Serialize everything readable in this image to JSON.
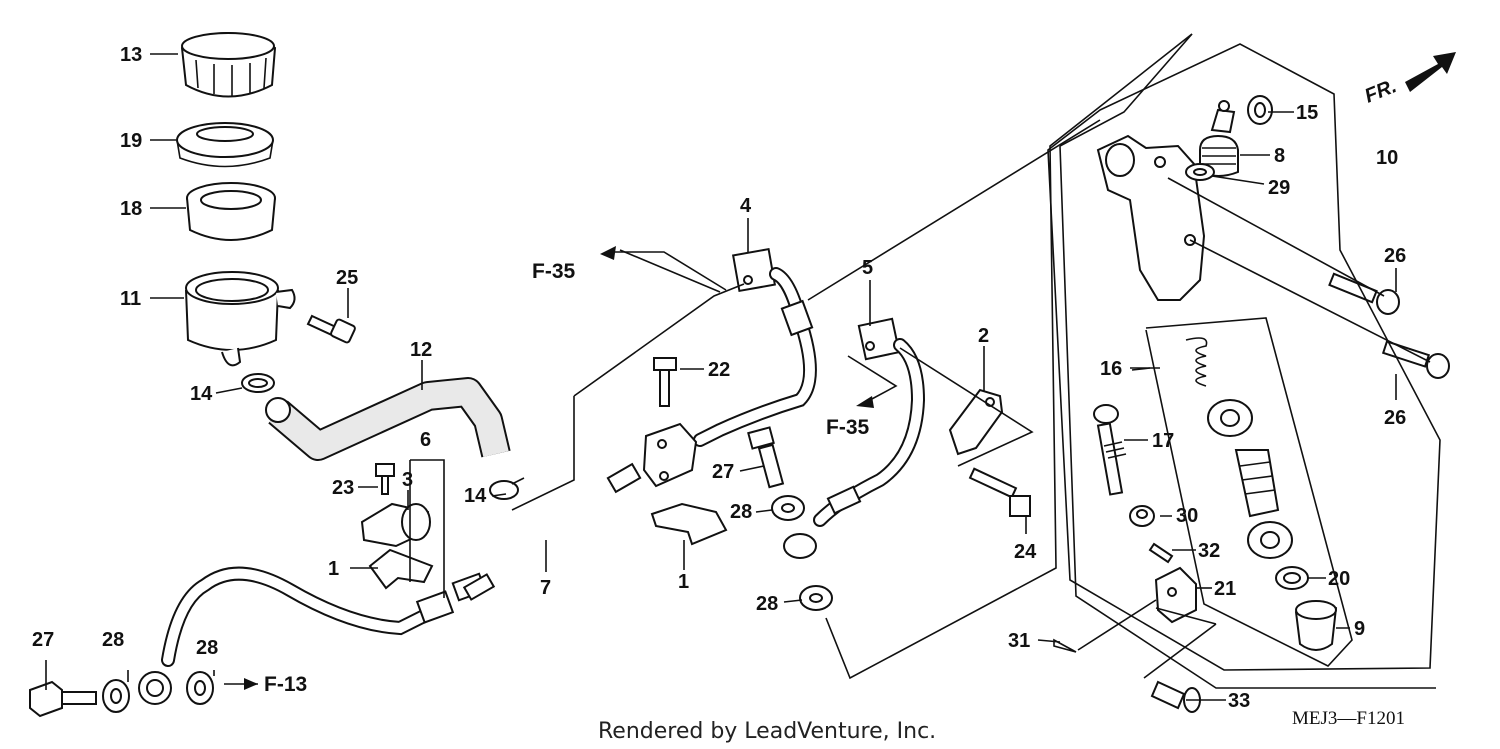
{
  "diagram": {
    "footer": "Rendered by LeadVenture, Inc.",
    "diagram_code": "MEJ3—F1201",
    "direction_label": "FR.",
    "callouts": [
      {
        "n": "13"
      },
      {
        "n": "19"
      },
      {
        "n": "18"
      },
      {
        "n": "11"
      },
      {
        "n": "25"
      },
      {
        "n": "12"
      },
      {
        "n": "14a"
      },
      {
        "n": "6"
      },
      {
        "n": "23"
      },
      {
        "n": "3"
      },
      {
        "n": "14b"
      },
      {
        "n": "1a"
      },
      {
        "n": "7"
      },
      {
        "n": "4"
      },
      {
        "n": "22"
      },
      {
        "n": "27a"
      },
      {
        "n": "28a"
      },
      {
        "n": "1b"
      },
      {
        "n": "5"
      },
      {
        "n": "2"
      },
      {
        "n": "24"
      },
      {
        "n": "28b"
      },
      {
        "n": "27b"
      },
      {
        "n": "28c"
      },
      {
        "n": "28d"
      },
      {
        "n": "15"
      },
      {
        "n": "8"
      },
      {
        "n": "29"
      },
      {
        "n": "10"
      },
      {
        "n": "26a"
      },
      {
        "n": "26b"
      },
      {
        "n": "16"
      },
      {
        "n": "17"
      },
      {
        "n": "30"
      },
      {
        "n": "32"
      },
      {
        "n": "20"
      },
      {
        "n": "21"
      },
      {
        "n": "9"
      },
      {
        "n": "31"
      },
      {
        "n": "33"
      }
    ],
    "labels": {
      "c13": "13",
      "c19": "19",
      "c18": "18",
      "c11": "11",
      "c25": "25",
      "c12": "12",
      "c14a": "14",
      "c6": "6",
      "c23": "23",
      "c3": "3",
      "c14b": "14",
      "c1a": "1",
      "c7": "7",
      "c4": "4",
      "c22": "22",
      "c27a": "27",
      "c28a": "28",
      "c1b": "1",
      "c5": "5",
      "c2": "2",
      "c24": "24",
      "c28b": "28",
      "c27b": "27",
      "c28c": "28",
      "c28d": "28",
      "c15": "15",
      "c8": "8",
      "c29": "29",
      "c10": "10",
      "c26a": "26",
      "c26b": "26",
      "c16": "16",
      "c17": "17",
      "c30": "30",
      "c32": "32",
      "c20": "20",
      "c21": "21",
      "c9": "9",
      "c31": "31",
      "c33": "33"
    },
    "refs": {
      "f35a": "F-35",
      "f35b": "F-35",
      "f13": "F-13"
    }
  }
}
